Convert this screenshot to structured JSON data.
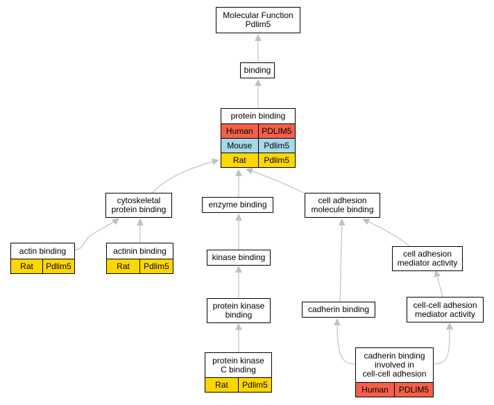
{
  "colors": {
    "Human": "#f4604a",
    "Mouse": "#a8d8e8",
    "Rat": "#ffd700",
    "edge": "#c0c0c0"
  },
  "nodes": {
    "molecular_function": {
      "label": "Molecular Function\nPdlim5",
      "rows": []
    },
    "binding": {
      "label": "binding",
      "rows": []
    },
    "protein_binding": {
      "label": "protein binding",
      "rows": [
        {
          "species": "Human",
          "gene": "PDLIM5"
        },
        {
          "species": "Mouse",
          "gene": "Pdlim5"
        },
        {
          "species": "Rat",
          "gene": "Pdlim5"
        }
      ]
    },
    "cytoskeletal_protein_binding": {
      "label": "cytoskeletal\nprotein binding",
      "rows": []
    },
    "enzyme_binding": {
      "label": "enzyme binding",
      "rows": []
    },
    "cell_adhesion_molecule_binding": {
      "label": "cell adhesion\nmolecule binding",
      "rows": []
    },
    "actin_binding": {
      "label": "actin binding",
      "rows": [
        {
          "species": "Rat",
          "gene": "Pdlim5"
        }
      ]
    },
    "actinin_binding": {
      "label": "actinin binding",
      "rows": [
        {
          "species": "Rat",
          "gene": "Pdlim5"
        }
      ]
    },
    "kinase_binding": {
      "label": "kinase binding",
      "rows": []
    },
    "cell_adhesion_mediator_activity": {
      "label": "cell adhesion\nmediator activity",
      "rows": []
    },
    "protein_kinase_binding": {
      "label": "protein kinase\nbinding",
      "rows": []
    },
    "cadherin_binding": {
      "label": "cadherin binding",
      "rows": []
    },
    "cell_cell_adhesion_mediator_activity": {
      "label": "cell-cell adhesion\nmediator activity",
      "rows": []
    },
    "protein_kinase_c_binding": {
      "label": "protein kinase\nC binding",
      "rows": [
        {
          "species": "Rat",
          "gene": "Pdlim5"
        }
      ]
    },
    "cadherin_binding_cell_cell": {
      "label": "cadherin binding\ninvolved in\ncell-cell adhesion",
      "rows": [
        {
          "species": "Human",
          "gene": "PDLIM5"
        }
      ]
    }
  }
}
